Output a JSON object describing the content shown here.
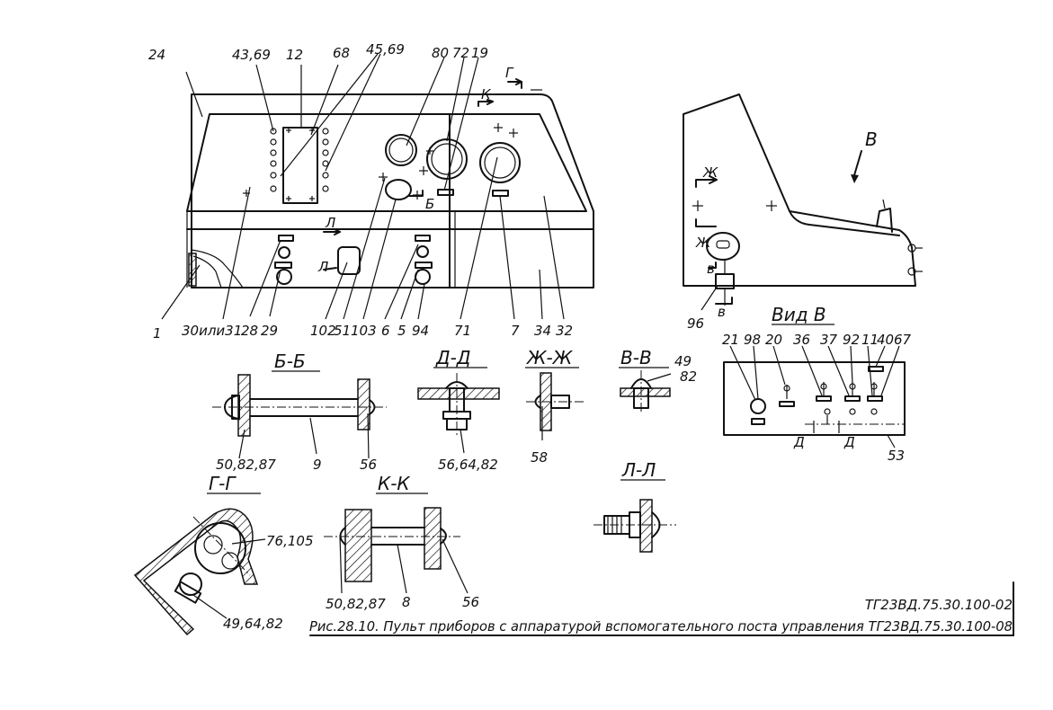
{
  "labels": {
    "l24": "24",
    "l43_69": "43,69",
    "l12": "12",
    "l68": "68",
    "l45_69": "45,69",
    "l80": "80",
    "l72": "72",
    "l19": "19",
    "lG_top": "Г",
    "lK_top": "К",
    "lB_panel": "Б",
    "lB_arrow": "В",
    "lZh_top": "Ж",
    "lZh_bot": "Ж",
    "lV_small": "в",
    "lV_small2": "в",
    "lL_top": "Л",
    "lL_left": "Л",
    "l1": "1",
    "l30_31": "30или31",
    "l28": "28",
    "l29": "29",
    "l102": "102",
    "l51": "51",
    "l103": "103",
    "l6": "6",
    "l5": "5",
    "l94": "94",
    "l71": "71",
    "l7": "7",
    "l34": "34",
    "l32": "32",
    "l96": "96",
    "l49a": "49",
    "l82a": "82",
    "l21": "21",
    "l98": "98",
    "l20": "20",
    "l36": "36",
    "l37": "37",
    "l92": "92",
    "l11": "11",
    "l40": "40",
    "l67": "67",
    "l53": "53",
    "lD_left": "Д",
    "lD_right": "Д",
    "l50_82_87a": "50,82,87",
    "l9": "9",
    "l56a": "56",
    "l56_64_82": "56,64,82",
    "l58": "58",
    "l76_105": "76,105",
    "l49_64_82": "49,64,82",
    "l50_82_87b": "50,82,87",
    "l8": "8",
    "l56b": "56"
  },
  "sections": {
    "bb": "Б-Б",
    "dd": "Д-Д",
    "zhzh": "Ж-Ж",
    "vv": "В-В",
    "vidv": "Вид В",
    "gg": "Г-Г",
    "kk": "К-К",
    "ll": "Л-Л"
  },
  "caption": {
    "doc_code": "ТГ23ВД.75.30.100-02",
    "title": "Рис.28.10. Пульт приборов с аппаратурой вспомогательного поста управления ТГ23ВД.75.30.100-08"
  }
}
